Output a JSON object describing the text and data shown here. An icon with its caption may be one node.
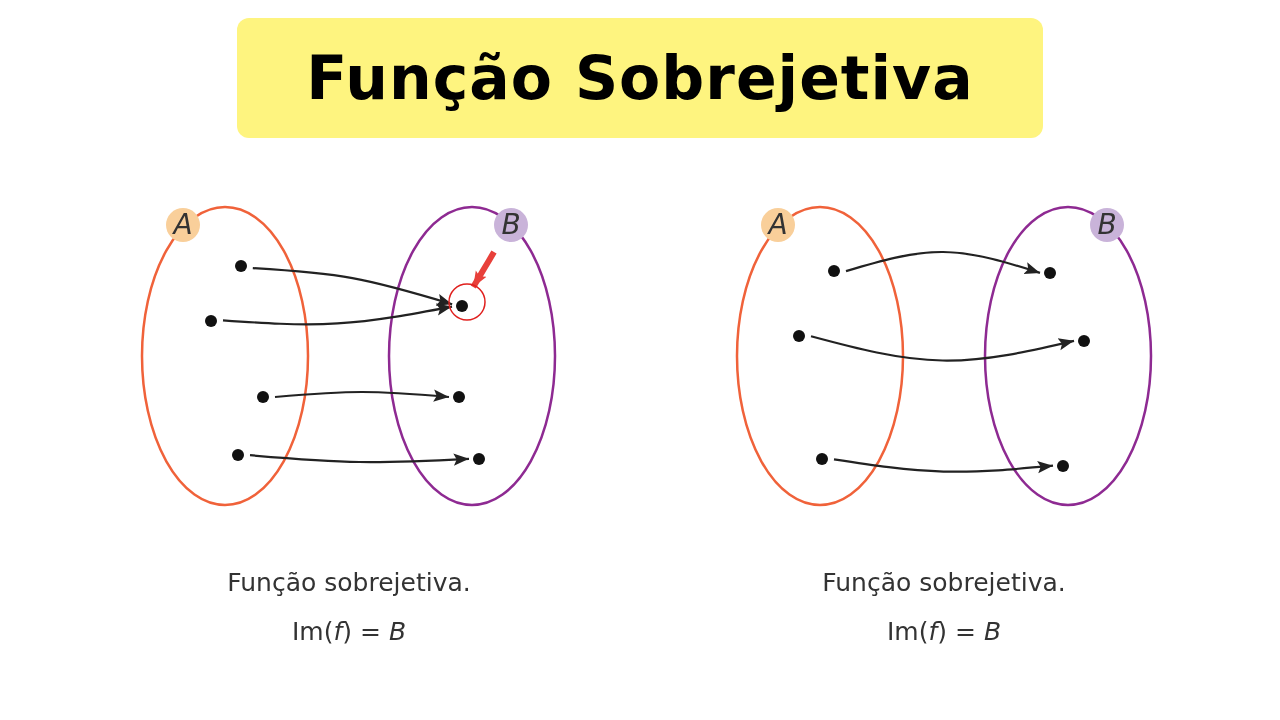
{
  "diagram": {
    "title": "Função Sobrejetiva",
    "nodes": [
      {
        "text": [
          "A"
        ]
      },
      {
        "text": [],
        "shape": "circle",
        "in": 0
      },
      {
        "text": [],
        "shape": "circle",
        "in": 0
      },
      {
        "text": [],
        "shape": "circle",
        "in": 0
      },
      {
        "text": [],
        "shape": "circle",
        "in": 0
      },
      {
        "text": [
          "B"
        ]
      },
      {
        "text": [],
        "shape": "circle",
        "in": 5
      },
      {
        "text": [],
        "shape": "circle",
        "in": 5
      },
      {
        "text": [],
        "shape": "circle",
        "in": 5
      },
      {
        "text": [
          "A"
        ]
      },
      {
        "text": [],
        "shape": "circle",
        "in": 9
      },
      {
        "text": [],
        "shape": "circle",
        "in": 9
      },
      {
        "text": [],
        "shape": "circle",
        "in": 9
      },
      {
        "text": [
          "B"
        ]
      },
      {
        "text": [],
        "shape": "circle",
        "in": 13
      },
      {
        "text": [],
        "shape": "circle",
        "in": 13
      },
      {
        "text": [],
        "shape": "circle",
        "in": 13
      }
    ],
    "edges": [
      {
        "from": 1,
        "to": 6,
        "arrow": "to"
      },
      {
        "from": 2,
        "to": 6,
        "arrow": "to"
      },
      {
        "from": 3,
        "to": 7,
        "arrow": "to"
      },
      {
        "from": 4,
        "to": 8,
        "arrow": "to"
      },
      {
        "from": 10,
        "to": 14,
        "arrow": "to"
      },
      {
        "from": 11,
        "to": 15,
        "arrow": "to"
      },
      {
        "from": 12,
        "to": 16,
        "arrow": "to"
      },
      {
        "from": null,
        "to": 6,
        "arrow": "to",
        "style": "thick",
        "color": "#e8403a"
      }
    ],
    "labels": [
      "Função sobrejetiva.",
      "Im(*f*) = *B*",
      "Função sobrejetiva.",
      "Im(*f*) = *B*"
    ]
  }
}
